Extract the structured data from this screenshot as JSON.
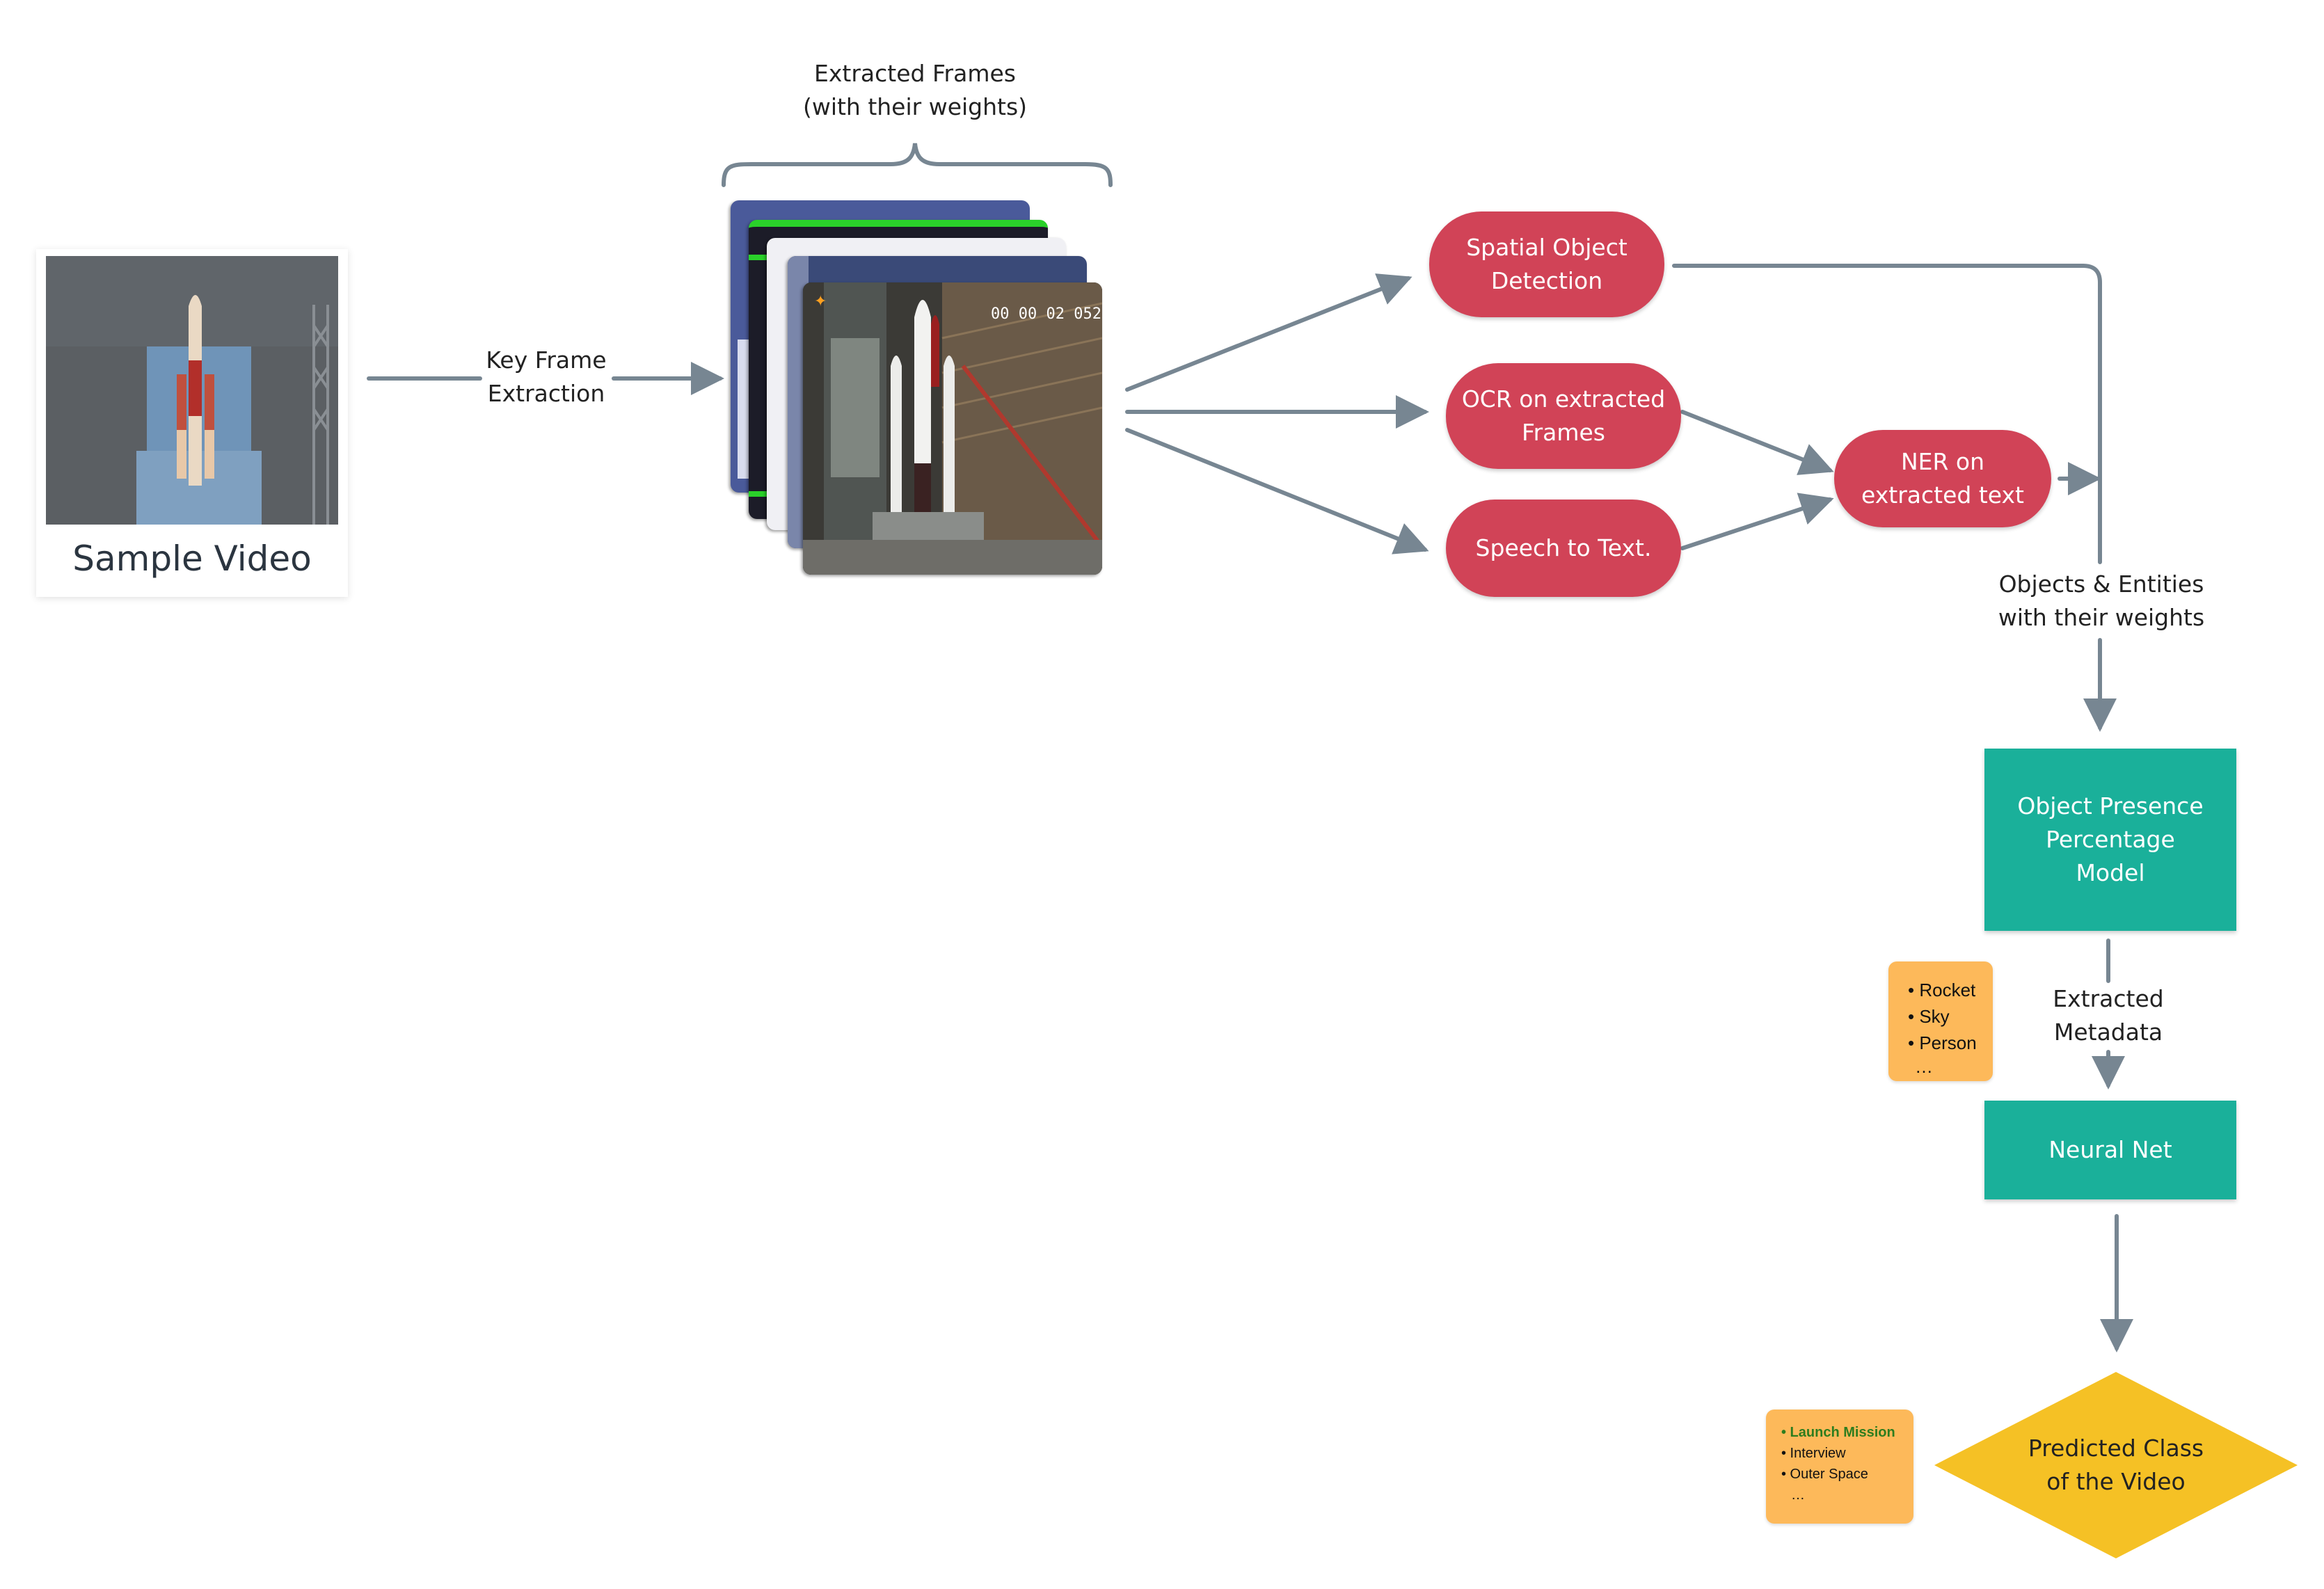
{
  "sample_video": {
    "caption": "Sample Video"
  },
  "key_frame": {
    "label": "Key Frame\nExtraction"
  },
  "frames": {
    "label": "Extracted Frames\n(with their weights)",
    "timestamp": "00 00 02 052"
  },
  "nodes": {
    "spatial": "Spatial Object\nDetection",
    "ocr": "OCR on extracted\nFrames",
    "speech": "Speech to Text.",
    "ner": "NER on\nextracted text",
    "object_presence": "Object Presence\nPercentage\nModel",
    "neural_net": "Neural Net",
    "predicted": "Predicted Class\nof the Video"
  },
  "edge_labels": {
    "objects_entities": "Objects & Entities\nwith their weights",
    "metadata": "Extracted\nMetadata"
  },
  "metadata_note": {
    "items": [
      "• Rocket",
      "• Sky",
      "• Person",
      "…"
    ]
  },
  "class_note": {
    "items": [
      "• Launch Mission",
      "• Interview",
      "• Outer Space",
      "…"
    ]
  },
  "colors": {
    "pill": "#d14357",
    "teal": "#1ab09a",
    "diamond": "#f5c125",
    "note": "#fdb95a",
    "arrow": "#778692",
    "highlight": "#2e7d1e"
  }
}
